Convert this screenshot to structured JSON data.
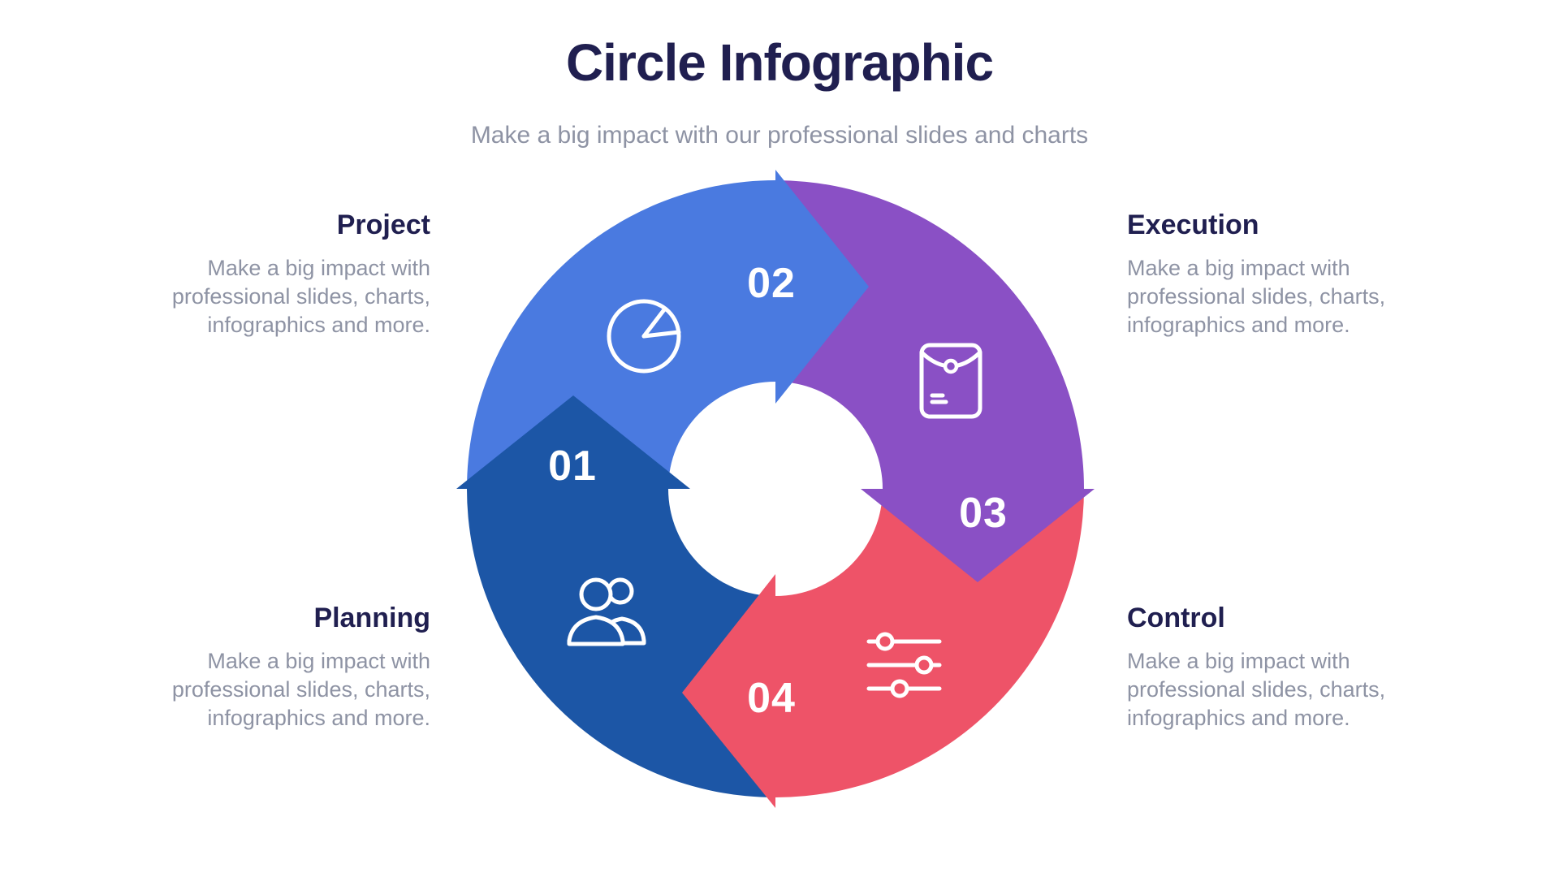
{
  "header": {
    "title": "Circle Infographic",
    "subtitle": "Make a big impact with our professional slides and charts"
  },
  "wheel": {
    "type": "cycle-diagram",
    "direction": "clockwise",
    "segments": [
      {
        "number": "01",
        "position": "bottom-left",
        "color": "#1C56A6",
        "icon": "people-group-icon"
      },
      {
        "number": "02",
        "position": "top-left",
        "color": "#4A7AE0",
        "icon": "pie-chart-icon"
      },
      {
        "number": "03",
        "position": "top-right",
        "color": "#8A50C5",
        "icon": "envelope-icon"
      },
      {
        "number": "04",
        "position": "bottom-right",
        "color": "#EE5368",
        "icon": "sliders-icon"
      }
    ]
  },
  "labels": [
    {
      "title": "Project",
      "position": "top-left",
      "description": "Make a big impact with\nprofessional slides, charts,\ninfographics and more."
    },
    {
      "title": "Execution",
      "position": "top-right",
      "description": "Make a big impact with\nprofessional slides, charts,\ninfographics and more."
    },
    {
      "title": "Planning",
      "position": "bottom-left",
      "description": "Make a big impact with\nprofessional slides, charts,\ninfographics and more."
    },
    {
      "title": "Control",
      "position": "bottom-right",
      "description": "Make a big impact with\nprofessional slides, charts,\ninfographics and more."
    }
  ],
  "colors": {
    "heading_text": "#201F50",
    "body_text": "#8E93A4",
    "background": "#FFFFFF",
    "number_text": "#FFFFFF"
  }
}
